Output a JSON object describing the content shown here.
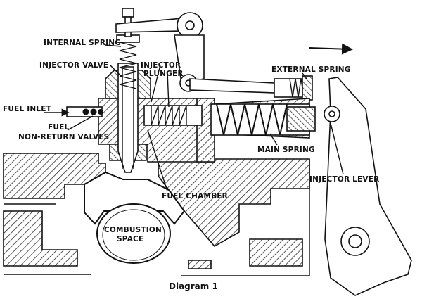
{
  "diagram": {
    "caption": "Diagram 1",
    "labels": {
      "internal_spring": "INTERNAL SPRING",
      "injector_valve": "INJECTOR VALVE",
      "injector_plunger_1": "INJECTOR",
      "injector_plunger_2": "PLUNGER",
      "external_spring": "EXTERNAL SPRING",
      "fuel_inlet": "FUEL INLET",
      "fuel_nrv_1": "FUEL",
      "fuel_nrv_2": "NON-RETURN VALVES",
      "main_spring": "MAIN SPRING",
      "injector_lever": "INJECTOR LEVER",
      "fuel_chamber": "FUEL CHAMBER",
      "combustion_space_1": "COMBUSTION",
      "combustion_space_2": "SPACE"
    }
  }
}
